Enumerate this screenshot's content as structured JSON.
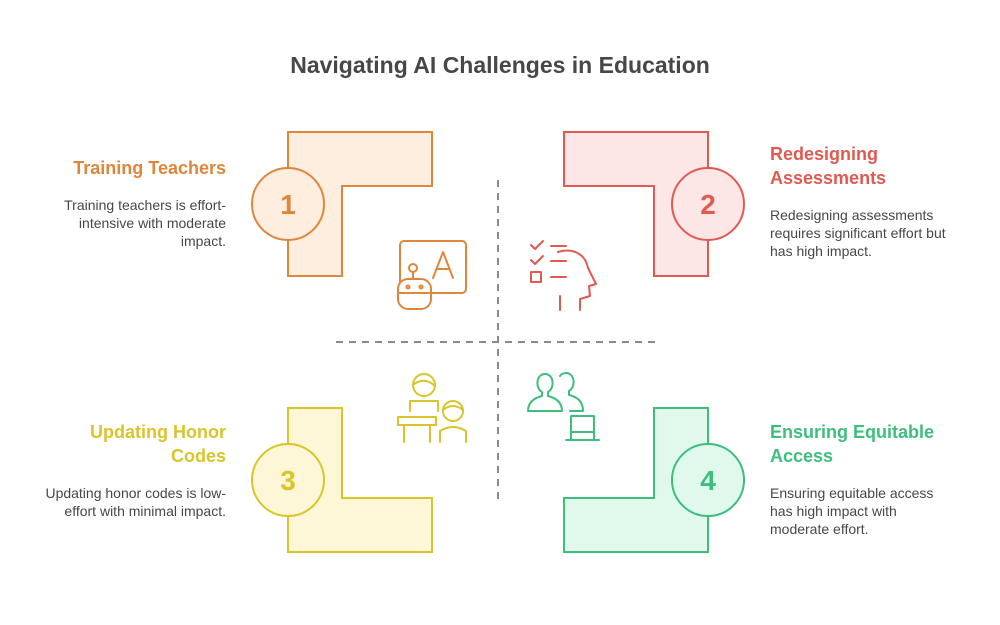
{
  "title": "Navigating AI Challenges in Education",
  "quadrants": [
    {
      "number": "1",
      "heading": "Training Teachers",
      "description": "Training teachers is effort-intensive with moderate impact.",
      "color": "#e0863a",
      "fill": "#fdeee0",
      "icon": "teacher-board-robot-icon"
    },
    {
      "number": "2",
      "heading": "Redesigning Assessments",
      "description": "Redesigning assessments requires significant effort but has high impact.",
      "color": "#e05a52",
      "fill": "#fde6e6",
      "icon": "checklist-head-icon"
    },
    {
      "number": "3",
      "heading": "Updating Honor Codes",
      "description": "Updating honor codes is low-effort with minimal impact.",
      "color": "#d9c42a",
      "fill": "#fdf7d7",
      "icon": "classroom-people-icon"
    },
    {
      "number": "4",
      "heading": "Ensuring Equitable Access",
      "description": "Ensuring equitable access has high impact with moderate effort.",
      "color": "#3dbf7c",
      "fill": "#e1f8ec",
      "icon": "users-laptop-icon"
    }
  ]
}
